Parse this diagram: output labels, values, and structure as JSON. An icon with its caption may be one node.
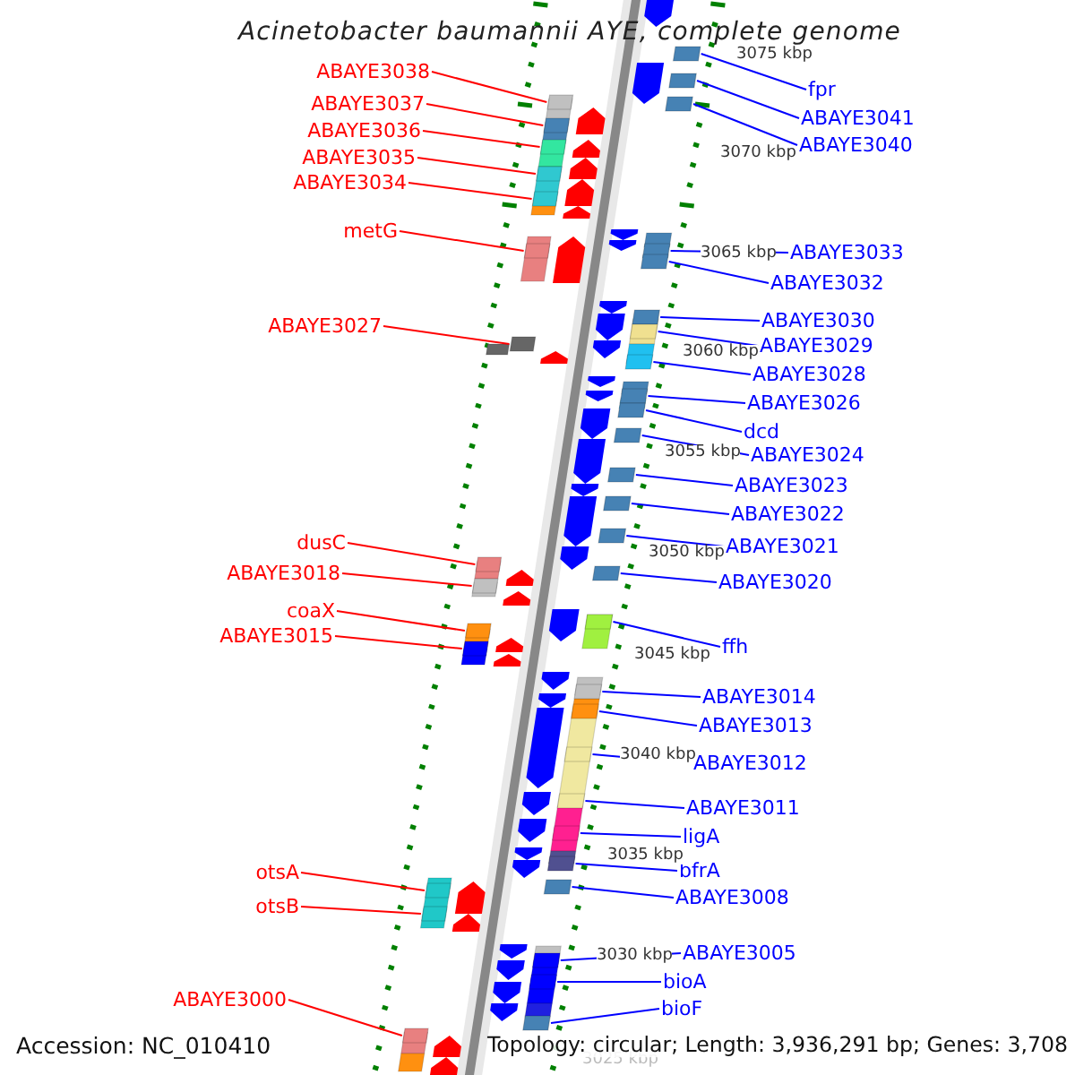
{
  "diagram": {
    "title": "Acinetobacter baumannii AYE, complete genome",
    "nodes": [
      {
        "text": [
          "ABAYE3038"
        ]
      },
      {
        "text": [
          "fpr"
        ]
      },
      {
        "text": [
          "ABAYE3037"
        ]
      },
      {
        "text": [
          "ABAYE3041"
        ]
      },
      {
        "text": [
          "ABAYE3036"
        ]
      },
      {
        "text": [
          "ABAYE3040"
        ]
      },
      {
        "text": [
          "ABAYE3035"
        ]
      },
      {
        "text": [
          "ABAYE3034"
        ]
      },
      {
        "text": [
          "metG"
        ]
      },
      {
        "text": [
          "ABAYE3033"
        ]
      },
      {
        "text": [
          "ABAYE3032"
        ]
      },
      {
        "text": [
          "ABAYE3030"
        ]
      },
      {
        "text": [
          "ABAYE3027"
        ]
      },
      {
        "text": [
          "ABAYE3029"
        ]
      },
      {
        "text": [
          "ABAYE3028"
        ]
      },
      {
        "text": [
          "ABAYE3026"
        ]
      },
      {
        "text": [
          "dcd"
        ]
      },
      {
        "text": [
          "ABAYE3024"
        ]
      },
      {
        "text": [
          "ABAYE3023"
        ]
      },
      {
        "text": [
          "ABAYE3022"
        ]
      },
      {
        "text": [
          "dusC"
        ]
      },
      {
        "text": [
          "ABAYE3021"
        ]
      },
      {
        "text": [
          "ABAYE3018"
        ]
      },
      {
        "text": [
          "ABAYE3020"
        ]
      },
      {
        "text": [
          "coaX"
        ]
      },
      {
        "text": [
          "ABAYE3015"
        ]
      },
      {
        "text": [
          "ffh"
        ]
      },
      {
        "text": [
          "ABAYE3014"
        ]
      },
      {
        "text": [
          "ABAYE3013"
        ]
      },
      {
        "text": [
          "ABAYE3012"
        ]
      },
      {
        "text": [
          "ABAYE3011"
        ]
      },
      {
        "text": [
          "ligA"
        ]
      },
      {
        "text": [
          "bfrA"
        ]
      },
      {
        "text": [
          "otsA"
        ]
      },
      {
        "text": [
          "ABAYE3008"
        ]
      },
      {
        "text": [
          "otsB"
        ]
      },
      {
        "text": [
          "ABAYE3005"
        ]
      },
      {
        "text": [
          "bioA"
        ]
      },
      {
        "text": [
          "ABAYE3000"
        ]
      },
      {
        "text": [
          "bioF"
        ]
      },
      {
        "text": [],
        "shape": "box"
      },
      {
        "text": [],
        "shape": "box"
      },
      {
        "text": [],
        "shape": "box"
      },
      {
        "text": [],
        "shape": "box"
      },
      {
        "text": [],
        "shape": "box"
      },
      {
        "text": [],
        "shape": "box"
      },
      {
        "text": [],
        "shape": "box"
      },
      {
        "text": [],
        "shape": "box"
      },
      {
        "text": [],
        "shape": "box"
      },
      {
        "text": [],
        "shape": "box"
      },
      {
        "text": [],
        "shape": "box"
      },
      {
        "text": [],
        "shape": "box"
      },
      {
        "text": [],
        "shape": "box"
      },
      {
        "text": [],
        "shape": "box"
      },
      {
        "text": [],
        "shape": "box"
      },
      {
        "text": [],
        "shape": "box"
      },
      {
        "text": [],
        "shape": "box"
      },
      {
        "text": [],
        "shape": "box"
      },
      {
        "text": [],
        "shape": "box"
      },
      {
        "text": [],
        "shape": "box"
      },
      {
        "text": [],
        "shape": "box"
      },
      {
        "text": [],
        "shape": "box"
      },
      {
        "text": [],
        "shape": "box"
      },
      {
        "text": [],
        "shape": "box"
      },
      {
        "text": [],
        "shape": "box"
      },
      {
        "text": [],
        "shape": "box"
      },
      {
        "text": [],
        "shape": "box"
      },
      {
        "text": [],
        "shape": "box"
      },
      {
        "text": [],
        "shape": "box"
      },
      {
        "text": [],
        "shape": "box"
      },
      {
        "text": [],
        "shape": "box"
      },
      {
        "text": [],
        "shape": "box"
      },
      {
        "text": [],
        "shape": "box"
      },
      {
        "text": [],
        "shape": "box"
      },
      {
        "text": [],
        "shape": "box"
      },
      {
        "text": [],
        "shape": "box"
      },
      {
        "text": [],
        "shape": "box"
      },
      {
        "text": [],
        "shape": "box"
      },
      {
        "text": [],
        "shape": "box"
      },
      {
        "text": [],
        "shape": "box"
      }
    ],
    "edges": [
      {
        "from": 0,
        "to": 40,
        "arrow": "none",
        "color": "#ff0000"
      },
      {
        "from": 1,
        "to": 41,
        "arrow": "none"
      },
      {
        "from": 2,
        "to": 42,
        "arrow": "none",
        "color": "#ff0000"
      },
      {
        "from": 3,
        "to": 43,
        "arrow": "none"
      },
      {
        "from": 4,
        "to": 44,
        "arrow": "none",
        "color": "#ff0000"
      },
      {
        "from": 5,
        "to": 45,
        "arrow": "none"
      },
      {
        "from": 6,
        "to": 46,
        "arrow": "none",
        "color": "#ff0000"
      },
      {
        "from": 7,
        "to": 47,
        "arrow": "none",
        "color": "#ff0000"
      },
      {
        "from": 8,
        "to": 48,
        "arrow": "none",
        "color": "#ff0000"
      },
      {
        "from": 9,
        "to": 49,
        "arrow": "none"
      },
      {
        "from": 10,
        "to": 50,
        "arrow": "none"
      },
      {
        "from": 11,
        "to": 51,
        "arrow": "none"
      },
      {
        "from": 12,
        "to": 52,
        "arrow": "none",
        "color": "#ff0000"
      },
      {
        "from": 13,
        "to": 53,
        "arrow": "none"
      },
      {
        "from": 14,
        "to": 54,
        "arrow": "none"
      },
      {
        "from": 15,
        "to": 55,
        "arrow": "none"
      },
      {
        "from": 16,
        "to": 56,
        "arrow": "none"
      },
      {
        "from": 17,
        "to": 57,
        "arrow": "none"
      },
      {
        "from": 18,
        "to": 58,
        "arrow": "none"
      },
      {
        "from": 19,
        "to": 59,
        "arrow": "none"
      },
      {
        "from": 20,
        "to": 60,
        "arrow": "none",
        "color": "#ff0000"
      },
      {
        "from": 21,
        "to": 61,
        "arrow": "none"
      },
      {
        "from": 22,
        "to": 62,
        "arrow": "none",
        "color": "#ff0000"
      },
      {
        "from": 23,
        "to": 63,
        "arrow": "none"
      },
      {
        "from": 24,
        "to": 64,
        "arrow": "none",
        "color": "#ff0000"
      },
      {
        "from": 25,
        "to": 65,
        "arrow": "none",
        "color": "#ff0000"
      },
      {
        "from": 26,
        "to": 66,
        "arrow": "none"
      },
      {
        "from": 27,
        "to": 67,
        "arrow": "none"
      },
      {
        "from": 28,
        "to": 68,
        "arrow": "none"
      },
      {
        "from": 29,
        "to": 69,
        "arrow": "none"
      },
      {
        "from": 30,
        "to": 70,
        "arrow": "none"
      },
      {
        "from": 31,
        "to": 71,
        "arrow": "none"
      },
      {
        "from": 32,
        "to": 72,
        "arrow": "none"
      },
      {
        "from": 33,
        "to": 73,
        "arrow": "none",
        "color": "#ff0000"
      },
      {
        "from": 34,
        "to": 74,
        "arrow": "none"
      },
      {
        "from": 35,
        "to": 75,
        "arrow": "none",
        "color": "#ff0000"
      },
      {
        "from": 36,
        "to": 76,
        "arrow": "none"
      },
      {
        "from": 37,
        "to": 77,
        "arrow": "none"
      },
      {
        "from": 38,
        "to": 78,
        "arrow": "none",
        "color": "#ff0000"
      },
      {
        "from": 39,
        "to": 79,
        "arrow": "none"
      }
    ],
    "labels": [
      "3075 kbp",
      "3070 kbp",
      "3065 kbp",
      "3060 kbp",
      "3055 kbp",
      "3050 kbp",
      "3045 kbp",
      "3040 kbp",
      "3035 kbp",
      "3030 kbp",
      "3025 kbp",
      "Accession: NC_010410",
      "Topology: circular; Length: 3,936,291 bp; Genes: 3,708"
    ]
  }
}
